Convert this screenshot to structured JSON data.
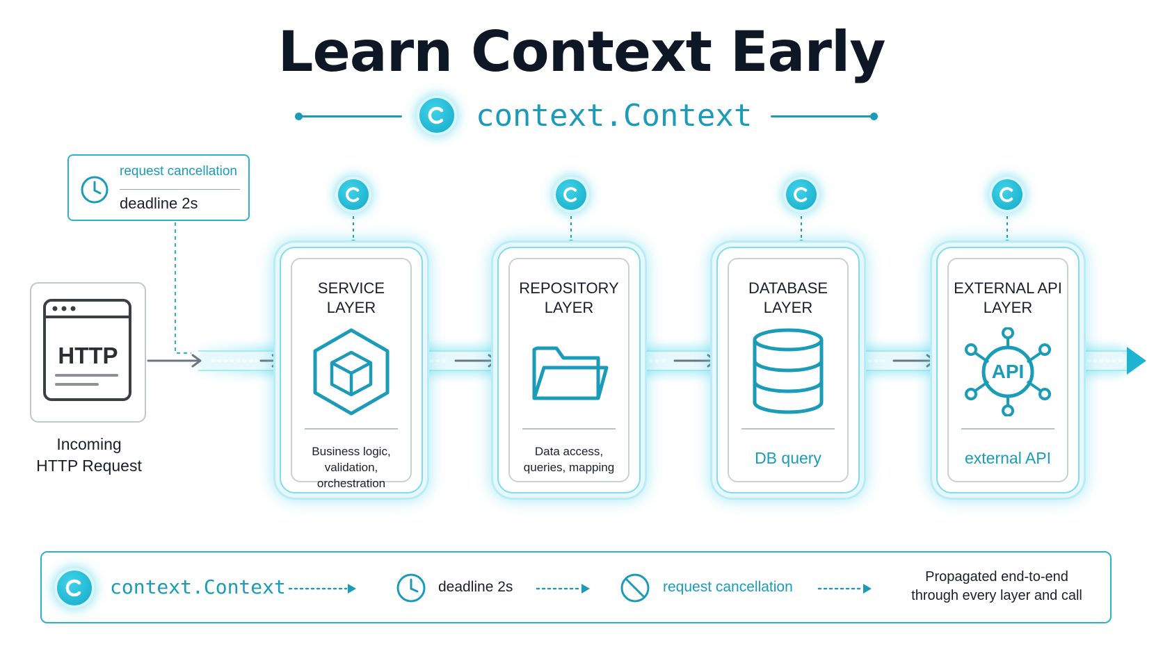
{
  "title": "Learn Context Early",
  "subtitle": "context.Context",
  "note": {
    "top": "request cancellation",
    "bottom": "deadline 2s"
  },
  "http": {
    "label": "HTTP",
    "caption_line1": "Incoming",
    "caption_line2": "HTTP Request"
  },
  "layers": [
    {
      "title_line1": "SERVICE",
      "title_line2": "LAYER",
      "icon": "cube-hexagon-icon",
      "desc_line1": "Business logic,",
      "desc_line2": "validation, orchestration"
    },
    {
      "title_line1": "REPOSITORY",
      "title_line2": "LAYER",
      "icon": "folder-icon",
      "desc_line1": "Data access,",
      "desc_line2": "queries, mapping"
    },
    {
      "title_line1": "DATABASE",
      "title_line2": "LAYER",
      "icon": "database-icon",
      "desc": "DB query"
    },
    {
      "title_line1": "EXTERNAL API",
      "title_line2": "LAYER",
      "icon": "api-network-icon",
      "icon_text": "API",
      "desc": "external API"
    }
  ],
  "legend": {
    "context": "context.Context",
    "deadline": "deadline 2s",
    "cancellation": "request cancellation",
    "final_line1": "Propagated end-to-end",
    "final_line2": "through every layer and call"
  },
  "colors": {
    "accent": "#1a9bb8",
    "glow": "#48d0eb",
    "ink": "#0d1726"
  }
}
